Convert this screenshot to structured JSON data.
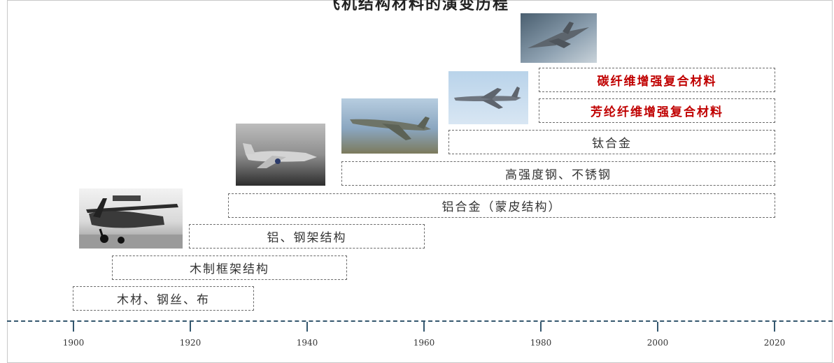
{
  "title": "飞机结构材料的演变历程",
  "materials": [
    {
      "label": "木材、钢丝、布",
      "start": 1900,
      "end": 1931,
      "highlight": false
    },
    {
      "label": "木制框架结构",
      "start": 1907,
      "end": 1947,
      "highlight": false
    },
    {
      "label": "铝、钢架结构",
      "start": 1920,
      "end": 1960,
      "highlight": false
    },
    {
      "label": "铝合金（蒙皮结构）",
      "start": 1927,
      "end": 2020,
      "highlight": false
    },
    {
      "label": "高强度钢、不锈钢",
      "start": 1946,
      "end": 2020,
      "highlight": false
    },
    {
      "label": "钛合金",
      "start": 1964,
      "end": 2020,
      "highlight": false
    },
    {
      "label": "芳纶纤维增强复合材料",
      "start": 1979,
      "end": 2020,
      "highlight": true
    },
    {
      "label": "碳纤维增强复合材料",
      "start": 1979,
      "end": 2020,
      "highlight": true
    }
  ],
  "axis": {
    "ticks": [
      "1900",
      "1920",
      "1940",
      "1960",
      "1980",
      "2000",
      "2020"
    ],
    "color": "#34576e"
  },
  "photos": [
    {
      "subject": "biplane-photo"
    },
    {
      "subject": "early-jet-photo"
    },
    {
      "subject": "delta-jet-photo"
    },
    {
      "subject": "f15-photo"
    },
    {
      "subject": "f22-photo"
    }
  ],
  "colors": {
    "highlight": "#c00000",
    "text": "#333333",
    "border": "#6a6a6a"
  }
}
